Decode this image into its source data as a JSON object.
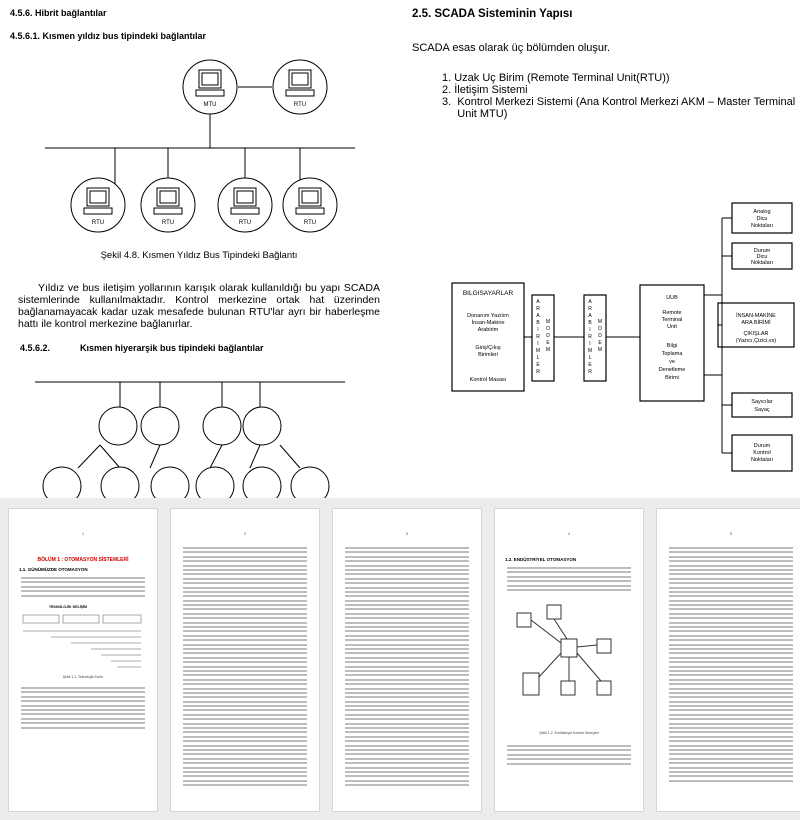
{
  "left_page": {
    "section_1": "4.5.6.  Hibrit bağlantılar",
    "section_1_1": "4.5.6.1.  Kısmen yıldız bus tipindeki bağlantılar",
    "node_label": "RTU",
    "master_label": "MTU",
    "figure_caption": "Şekil 4.8. Kısmen Yıldız Bus Tipindeki Bağlantı",
    "paragraph": "Yıldız ve bus iletişim yollarının karışık olarak kullanıldığı bu yapı SCADA sistemlerinde kullanılmaktadır. Kontrol merkezine ortak hat üzerinden bağlanamayacak kadar uzak mesafede bulunan RTU'lar ayrı bir haberleşme hattı ile kontrol merkezine bağlanırlar.",
    "section_2_num": "4.5.6.2.",
    "section_2_title": "Kısmen hiyerarşik bus tipindeki bağlantılar"
  },
  "right_page": {
    "title": "2.5. SCADA Sisteminin Yapısı",
    "intro": "SCADA esas olarak üç bölümden oluşur.",
    "list": [
      "1.  Uzak Uç Birim (Remote Terminal Unit(RTU))",
      "2.  İletişim Sistemi",
      "3.  Kontrol Merkezi Sistemi (Ana Kontrol Merkezi AKM – Master Terminal",
      "     Unit MTU)"
    ],
    "diagram": {
      "computer_box": [
        "BILGISAYARLAR",
        "Donanım Yazılım",
        "İnsan-Makine",
        "Arabirim",
        "Giriş/Çıkış",
        "Birimleri",
        "Kontrol Masası"
      ],
      "interface_1": "ARABIRIMLER",
      "modem_1": "MODEM",
      "interface_2": "ARABIRIMLER",
      "modem_2": "MODEM",
      "uub_box": [
        "UUB",
        "Remote",
        "Terminal",
        "Unit",
        "Bilgi",
        "Toplama",
        "ve",
        "Denetleme",
        "Birimi"
      ],
      "analog": [
        "Analog",
        "Dicu",
        "Noktaları"
      ],
      "durum_1": [
        "Durum",
        "Dicu",
        "Noktaları"
      ],
      "insan_makine": [
        "İNSAN-MAKİNE",
        "ARA BİRİMİ"
      ],
      "cikislar": [
        "ÇIKIŞLAR",
        "(Yazıcı,Çizici,vs)"
      ],
      "sayicilar": [
        "Sayıcılar",
        "Sayaç"
      ],
      "durum_2": [
        "Durum",
        "Kontrol",
        "Noktaları"
      ]
    }
  },
  "thumbnails": [
    {
      "page": "1",
      "title": "BÖLÜM 1 : OTOMASYON SİSTEMLERİ",
      "heading": "1.1. GÜNÜMÜZDE OTOMASYON",
      "diagram_title": "TEKNOLOJİK GELİŞİM",
      "caption": "Şekil 1.1. Teknolojik Evrim"
    },
    {
      "page": "2"
    },
    {
      "page": "3"
    },
    {
      "page": "4",
      "heading": "1.2. ENDÜSTRİYEL OTOMASYON",
      "caption": "Şekil 1.2. Endüstriyel Kontrol Süreçleri"
    },
    {
      "page": "5"
    }
  ]
}
